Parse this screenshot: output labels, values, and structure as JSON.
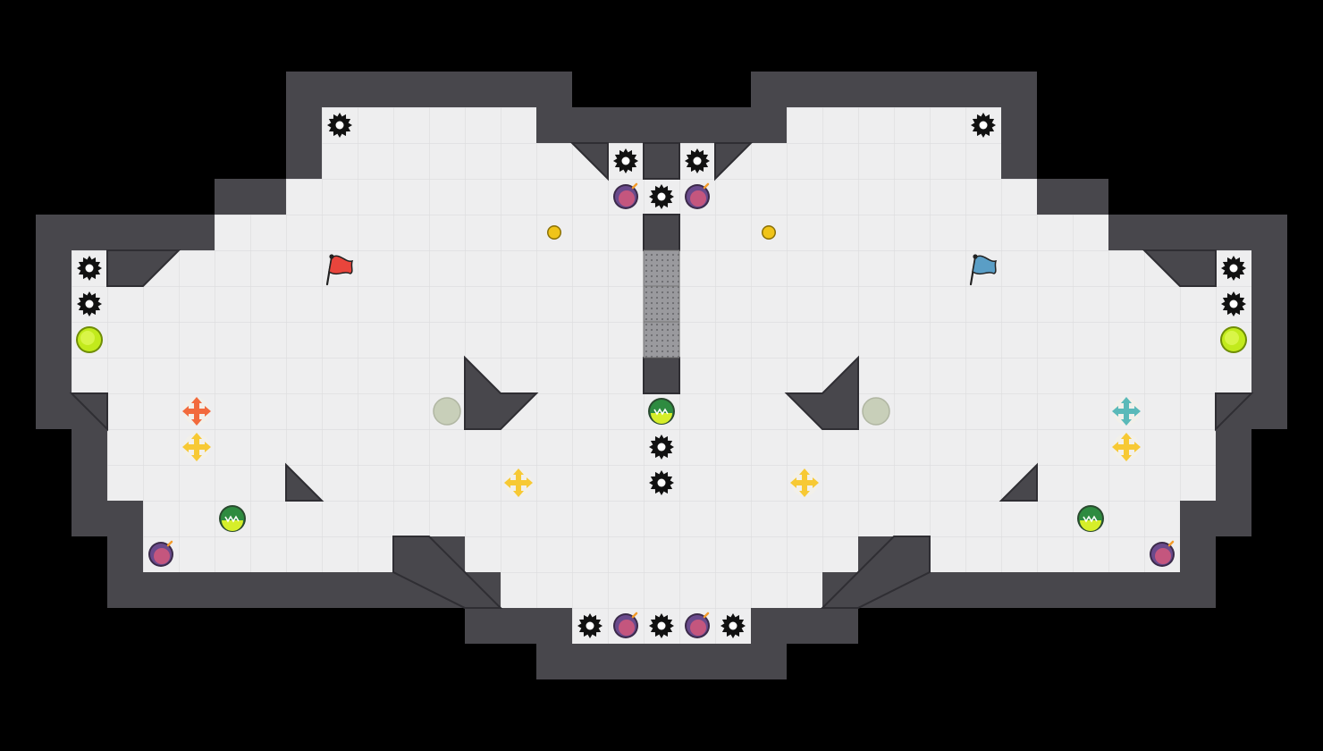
{
  "colors": {
    "background": "#000000",
    "wall": "#48474c",
    "wall_edge": "#2f2e33",
    "floor": "#eeeeef",
    "grid_line": "#dcdcde",
    "spike": "#111111",
    "bomb_outer": "#6a4a8c",
    "bomb_inner": "#c4567e",
    "bomb_base": "#3b2a4a",
    "jukejuice": "#c2ea1c",
    "jukejuice_edge": "#6f8d06",
    "gravity_well": "#c8cfb9",
    "button": "#f0c419",
    "button_edge": "#8a6f05",
    "boost_neutral": "#f7c934",
    "boost_red": "#f26a3c",
    "boost_blue": "#5ab9b9",
    "gate": "#8a8a8e",
    "flag_red": "#e8453c",
    "flag_blue": "#5a9ec6",
    "portal_outer": "#2e8b40",
    "portal_inner": "#d6ee2a"
  },
  "map": {
    "tiles": {
      "spike": "spike-icon",
      "bomb": "bomb-icon",
      "jukejuice": "jukejuice-powerup",
      "gravity_well": "gravity-well",
      "button": "button-pad",
      "boost": "boost-pad",
      "gate": "gate-tile",
      "flag_red": "red-flag-icon",
      "flag_blue": "blue-flag-icon",
      "portal": "portal-icon"
    }
  }
}
